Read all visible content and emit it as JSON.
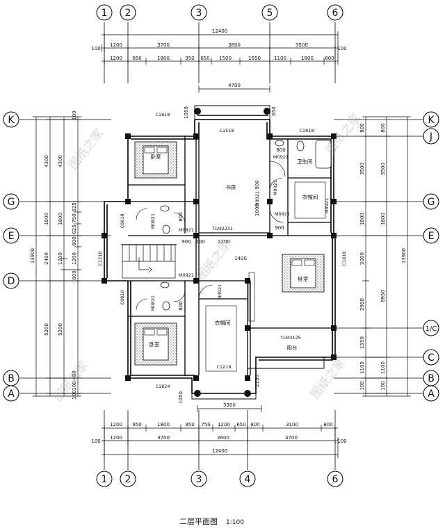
{
  "title": "二层平面图",
  "scale": "1:100",
  "axes_vertical_top": [
    "1",
    "2",
    "3",
    "5",
    "6"
  ],
  "axes_vertical_bottom": [
    "1",
    "2",
    "3",
    "4",
    "6"
  ],
  "axes_horizontal": [
    "K",
    "J",
    "G",
    "E",
    "D",
    "1/C",
    "C",
    "B",
    "A"
  ],
  "top_dims": {
    "total": "12400",
    "edge": "100",
    "row2": [
      "1200",
      "3700",
      "3800",
      "3500"
    ],
    "row3": [
      "1200",
      "950",
      "1800",
      "950",
      "650",
      "1500",
      "1650",
      "1100",
      "1800",
      "600"
    ],
    "balcony": "4700"
  },
  "bottom_dims": {
    "total": "12400",
    "edge": "100",
    "row1": [
      "1200",
      "950",
      "1800",
      "950",
      "750",
      "1200",
      "650",
      "800",
      "3100",
      "800"
    ],
    "row2": [
      "1200",
      "3700",
      "2600",
      "4700"
    ],
    "balcony": "3300"
  },
  "left_dims": {
    "total": "13900",
    "col_a": [
      "4300",
      "1800",
      "2400",
      "5200"
    ],
    "col_b": [
      "4300",
      "1800",
      "1200",
      "5200"
    ],
    "small": [
      "100",
      "625",
      "750",
      "625",
      "600",
      "1200",
      "600",
      "480",
      "100",
      "100"
    ]
  },
  "right_dims": {
    "total": "13900",
    "col_a": [
      "800",
      "3500",
      "1800",
      "2000",
      "2950",
      "1550",
      "1100",
      "100"
    ],
    "col_b": [
      "800",
      "3500",
      "1800",
      "8950",
      "1100",
      "100"
    ]
  },
  "rooms": [
    "卧室",
    "卧室",
    "卧室",
    "书房",
    "卫生间",
    "衣帽间",
    "衣帽间",
    "阳台"
  ],
  "windows": [
    "C1818",
    "C1518",
    "C1818",
    "C0818",
    "C0818",
    "C1218",
    "C1818",
    "C1218",
    "C1824",
    "TLM2231",
    "TLM3125"
  ],
  "doors": [
    "M0821",
    "M0821",
    "M0821",
    "M0921",
    "M0921",
    "M0921",
    "M0921",
    "M0921",
    "M0921",
    "M0921"
  ],
  "misc_dims": [
    "800",
    "800",
    "900",
    "900",
    "1000",
    "900",
    "2200",
    "1400",
    "800",
    "900",
    "900",
    "200",
    "200",
    "2150",
    "1050",
    "650",
    "1650",
    "1050"
  ],
  "watermark": "图纸之家"
}
